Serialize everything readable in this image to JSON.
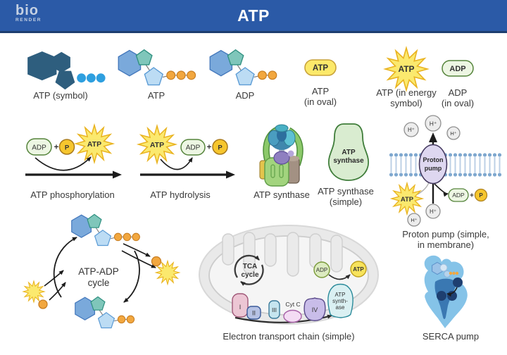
{
  "colors": {
    "header_blue": "#2b5aa7",
    "header_underline_navy": "#1d3e6f",
    "energy_yellow": "#fbe96e",
    "energy_yellow_border": "#e9b320",
    "adp_green_fill": "#edf6e3",
    "adp_green_border": "#55843b",
    "phosphate_orange": "#f2a73f",
    "phosphate_circle_yellow": "#f6c62e",
    "adenine_blue": "#7aa9db",
    "base_teal": "#7fc6ba",
    "ribose_light_blue": "#bcdcf4",
    "atp_symbol_dark": "#2e5e7e",
    "symbol_dot_blue": "#2e9fdf",
    "membrane_blue": "#7fa8cf",
    "pump_purple_fill": "#ded7f0",
    "pump_purple_border": "#453a60",
    "mito_gray": "#e9e9e9",
    "serca_blue": "#85c3e8",
    "serca_dark_blue": "#3a78b2",
    "calcium_navy": "#1e3f70"
  },
  "header": {
    "logo_top": "bio",
    "logo_bottom": "RENDER",
    "title": "ATP"
  },
  "row1": {
    "atp_symbol_label": "ATP (symbol)",
    "atp_label": "ATP",
    "adp_label": "ADP",
    "atp_oval": {
      "text": "ATP",
      "label_line1": "ATP",
      "label_line2": "(in oval)"
    },
    "atp_energy": {
      "text": "ATP",
      "label_line1": "ATP (in energy",
      "label_line2": "symbol)"
    },
    "adp_oval": {
      "text": "ADP",
      "label_line1": "ADP",
      "label_line2": "(in oval)"
    }
  },
  "row2": {
    "phosphorylation": {
      "adp": "ADP",
      "plus": "+",
      "p": "P",
      "atp": "ATP",
      "label": "ATP phosphorylation"
    },
    "hydrolysis": {
      "atp": "ATP",
      "adp": "ADP",
      "plus": "+",
      "p": "P",
      "label": "ATP hydrolysis"
    },
    "synthase": {
      "label": "ATP synthase"
    },
    "synthase_simple": {
      "text_line1": "ATP",
      "text_line2": "synthase",
      "label_line1": "ATP synthase",
      "label_line2": "(simple)"
    },
    "proton_pump": {
      "h_plus": "H⁺",
      "pump_line1": "Proton",
      "pump_line2": "pump",
      "atp": "ATP",
      "adp": "ADP",
      "plus": "+",
      "p": "P",
      "label_line1": "Proton pump (simple,",
      "label_line2": "in membrane)"
    }
  },
  "row3": {
    "cycle": {
      "text_line1": "ATP-ADP",
      "text_line2": "cycle"
    },
    "etc": {
      "tca_line1": "TCA",
      "tca_line2": "cycle",
      "complex1": "I",
      "complex2": "II",
      "complex3": "III",
      "cytc": "Cyt C",
      "complex4": "IV",
      "synthase_line1": "ATP",
      "synthase_line2": "synth-",
      "synthase_line3": "ase",
      "adp": "ADP",
      "atp": "ATP",
      "label": "Electron transport chain (simple)"
    },
    "serca": {
      "label": "SERCA pump"
    }
  }
}
